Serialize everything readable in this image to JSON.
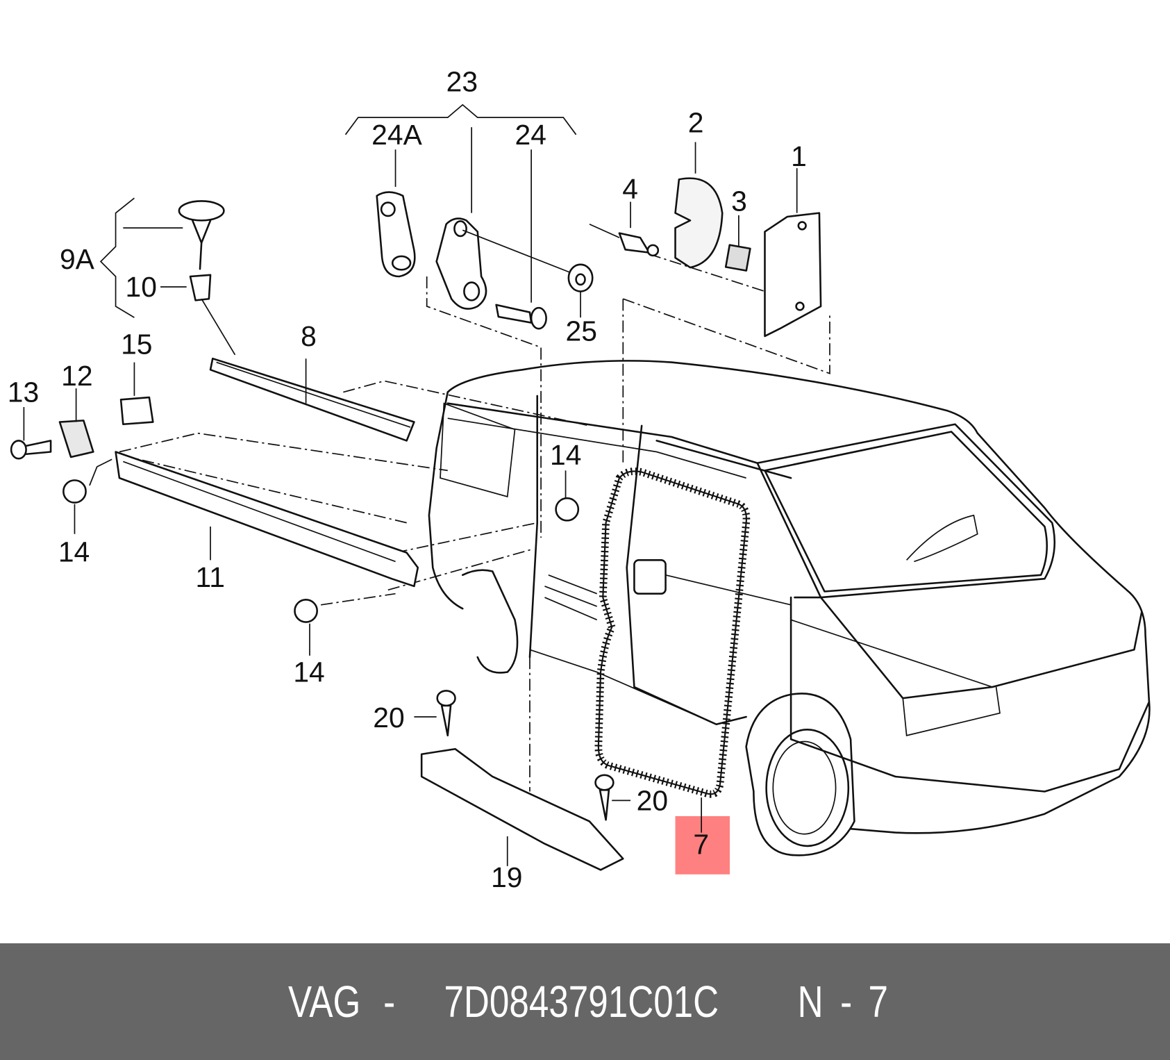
{
  "diagram": {
    "labels": {
      "l23": "23",
      "l24a": "24A",
      "l24": "24",
      "l25": "25",
      "l2": "2",
      "l4": "4",
      "l3": "3",
      "l1": "1",
      "l9a": "9A",
      "l10": "10",
      "l8": "8",
      "l15": "15",
      "l12": "12",
      "l13": "13",
      "l14a": "14",
      "l14b": "14",
      "l14c": "14",
      "l11": "11",
      "l20a": "20",
      "l20b": "20",
      "l19": "19",
      "l7": "7"
    },
    "highlight_color": "#ff8080"
  },
  "footer": {
    "brand": "VAG",
    "separator": "-",
    "part_number": "7D0843791C01C",
    "position_label": "N",
    "position_number": "7"
  }
}
